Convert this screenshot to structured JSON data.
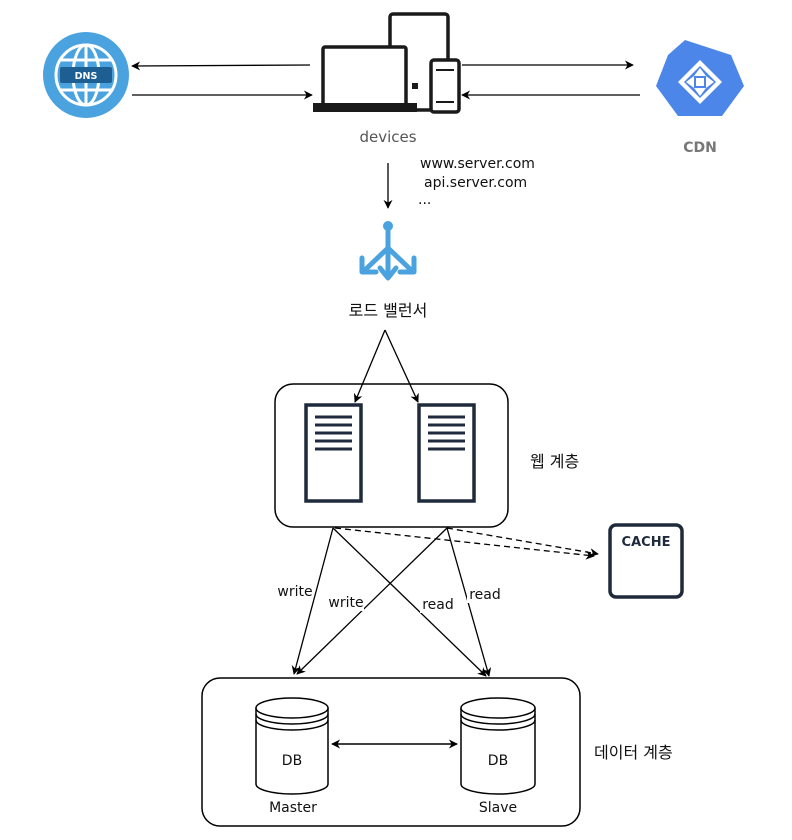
{
  "nodes": {
    "dns": {
      "label": "DNS"
    },
    "devices": {
      "label": "devices"
    },
    "cdn": {
      "label": "CDN"
    },
    "load_balancer": {
      "label": "로드 밸런서"
    },
    "web_tier": {
      "label": "웹 계층"
    },
    "cache": {
      "label": "CACHE"
    },
    "data_tier": {
      "label": "데이터 계층"
    },
    "db_master": {
      "label": "DB",
      "caption": "Master"
    },
    "db_slave": {
      "label": "DB",
      "caption": "Slave"
    }
  },
  "domains": {
    "line1": "www.server.com",
    "line2": "api.server.com",
    "line3": "..."
  },
  "edges": {
    "write_left": "write",
    "write_right": "write",
    "read_left": "read",
    "read_right": "read"
  },
  "colors": {
    "dns": "#4aa3df",
    "cdn": "#4c86e8",
    "load_balancer": "#4aa3df",
    "server": "#1f2a3c",
    "stroke": "#000000"
  }
}
